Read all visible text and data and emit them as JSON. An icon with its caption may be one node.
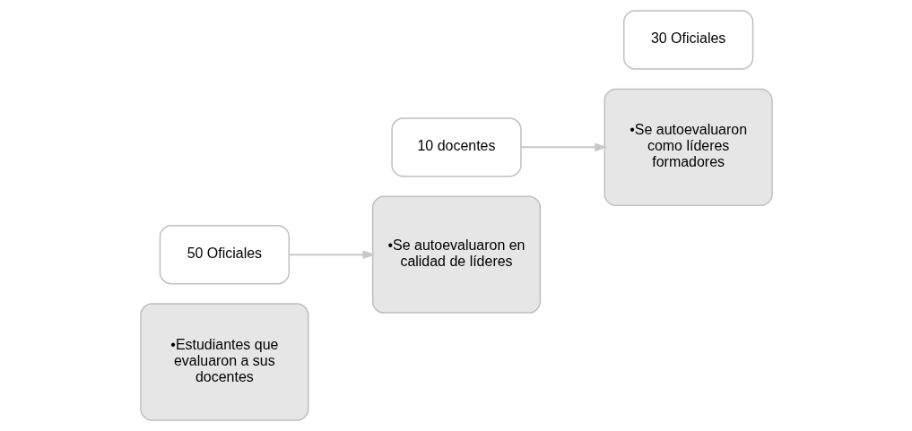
{
  "diagram": {
    "nodes": [
      {
        "text": [
          "•Estudiantes que evaluaron a sus docentes"
        ]
      },
      {
        "text": [
          "50 Oficiales"
        ]
      },
      {
        "text": [
          "10 docentes"
        ]
      },
      {
        "text": [
          "•Se autoevaluaron en calidad de líderes"
        ]
      },
      {
        "text": [
          "•Se autoevaluaron como líderes formadores"
        ]
      },
      {
        "text": [
          "30 Oficiales"
        ]
      }
    ],
    "edges": [
      {
        "from": 1,
        "to": 3,
        "arrow": "to"
      },
      {
        "from": 2,
        "to": 4,
        "arrow": "to"
      }
    ]
  }
}
